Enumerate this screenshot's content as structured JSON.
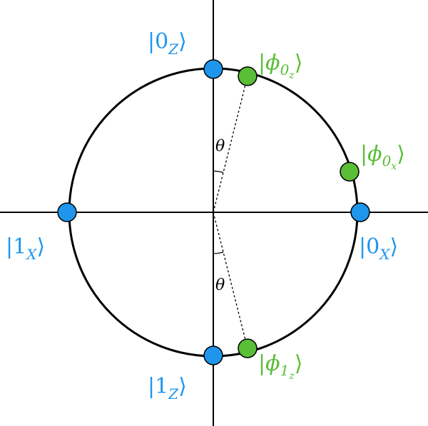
{
  "colors": {
    "basis": "#1f96ec",
    "rotated": "#5abe37",
    "stroke": "#000000",
    "background": "#ffffff"
  },
  "labels": {
    "zero_z": {
      "bra": "|",
      "sym": "0",
      "sub": "Z",
      "ket": "⟩"
    },
    "one_z": {
      "bra": "|",
      "sym": "1",
      "sub": "Z",
      "ket": "⟩"
    },
    "zero_x": {
      "bra": "|",
      "sym": "0",
      "sub": "X",
      "ket": "⟩"
    },
    "one_x": {
      "bra": "|",
      "sym": "1",
      "sub": "X",
      "ket": "⟩"
    },
    "phi_0z": {
      "bra": "|",
      "sym": "ϕ",
      "sub": "0",
      "subsub": "z",
      "ket": "⟩"
    },
    "phi_0x": {
      "bra": "|",
      "sym": "ϕ",
      "sub": "0",
      "subsub": "x",
      "ket": "⟩"
    },
    "phi_1z": {
      "bra": "|",
      "sym": "ϕ",
      "sub": "1",
      "subsub": "z",
      "ket": "⟩"
    }
  },
  "angles": {
    "upper": "θ",
    "lower": "θ"
  }
}
